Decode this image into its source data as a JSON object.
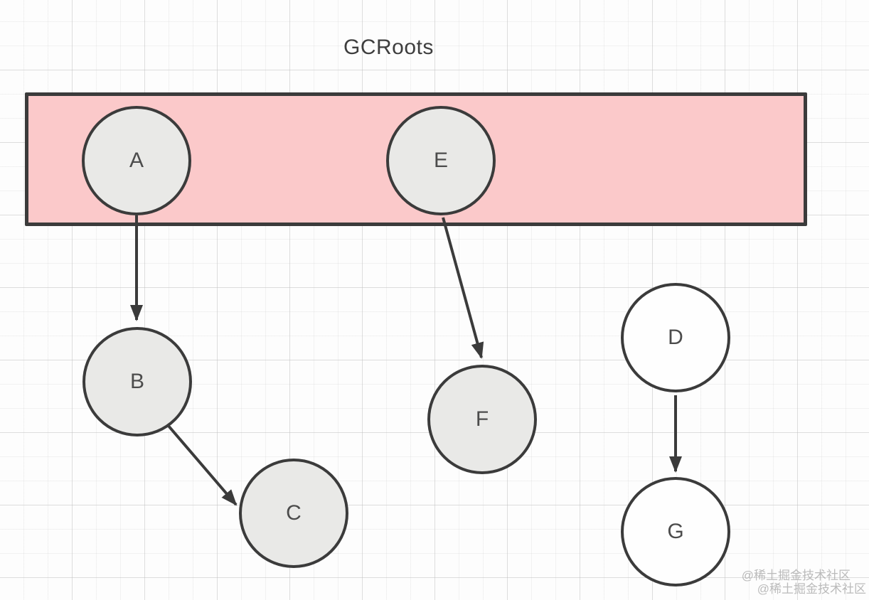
{
  "title": "GCRoots",
  "nodes": {
    "A": {
      "label": "A",
      "in_gc_roots": true,
      "reachable": true
    },
    "E": {
      "label": "E",
      "in_gc_roots": true,
      "reachable": true
    },
    "B": {
      "label": "B",
      "in_gc_roots": false,
      "reachable": true
    },
    "C": {
      "label": "C",
      "in_gc_roots": false,
      "reachable": true
    },
    "F": {
      "label": "F",
      "in_gc_roots": false,
      "reachable": true
    },
    "D": {
      "label": "D",
      "in_gc_roots": false,
      "reachable": false
    },
    "G": {
      "label": "G",
      "in_gc_roots": false,
      "reachable": false
    }
  },
  "edges": [
    {
      "from": "A",
      "to": "B"
    },
    {
      "from": "B",
      "to": "C"
    },
    {
      "from": "E",
      "to": "F"
    },
    {
      "from": "D",
      "to": "G"
    }
  ],
  "colors": {
    "band_fill": "#fbc9ca",
    "stroke": "#3b3b3b",
    "reachable_node_fill": "#e9e9e7",
    "unreachable_node_fill": "#fefefe",
    "grid_line": "#e6e6e6",
    "watermark": "#a4a4a4"
  },
  "watermark": {
    "line1": "@稀土掘金技术社区",
    "line2": "@稀土掘金技术社区"
  }
}
